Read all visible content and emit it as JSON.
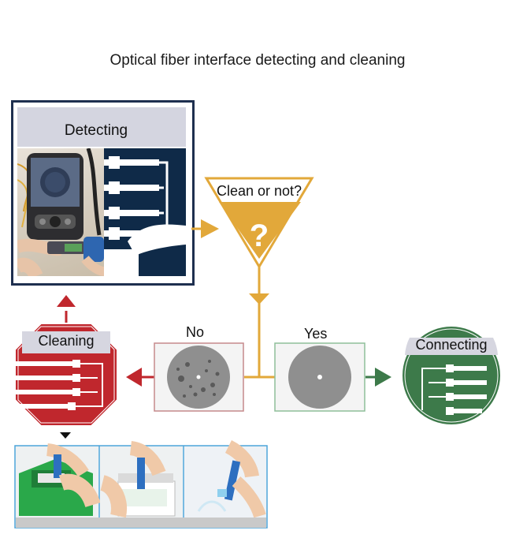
{
  "title": "Optical fiber interface detecting and cleaning",
  "nodes": {
    "detecting": "Detecting",
    "decision": "Clean or not?",
    "decision_symbol": "?",
    "no": "No",
    "yes": "Yes",
    "cleaning": "Cleaning",
    "connecting": "Connecting"
  },
  "colors": {
    "navy": "#1e2f4f",
    "orange": "#e2a83a",
    "red": "#c0272d",
    "green": "#3d7a4a"
  },
  "icons": [
    "fiber-inspection-scope-icon",
    "fiber-connectors-icon",
    "question-mark-icon",
    "arrow-icon"
  ]
}
